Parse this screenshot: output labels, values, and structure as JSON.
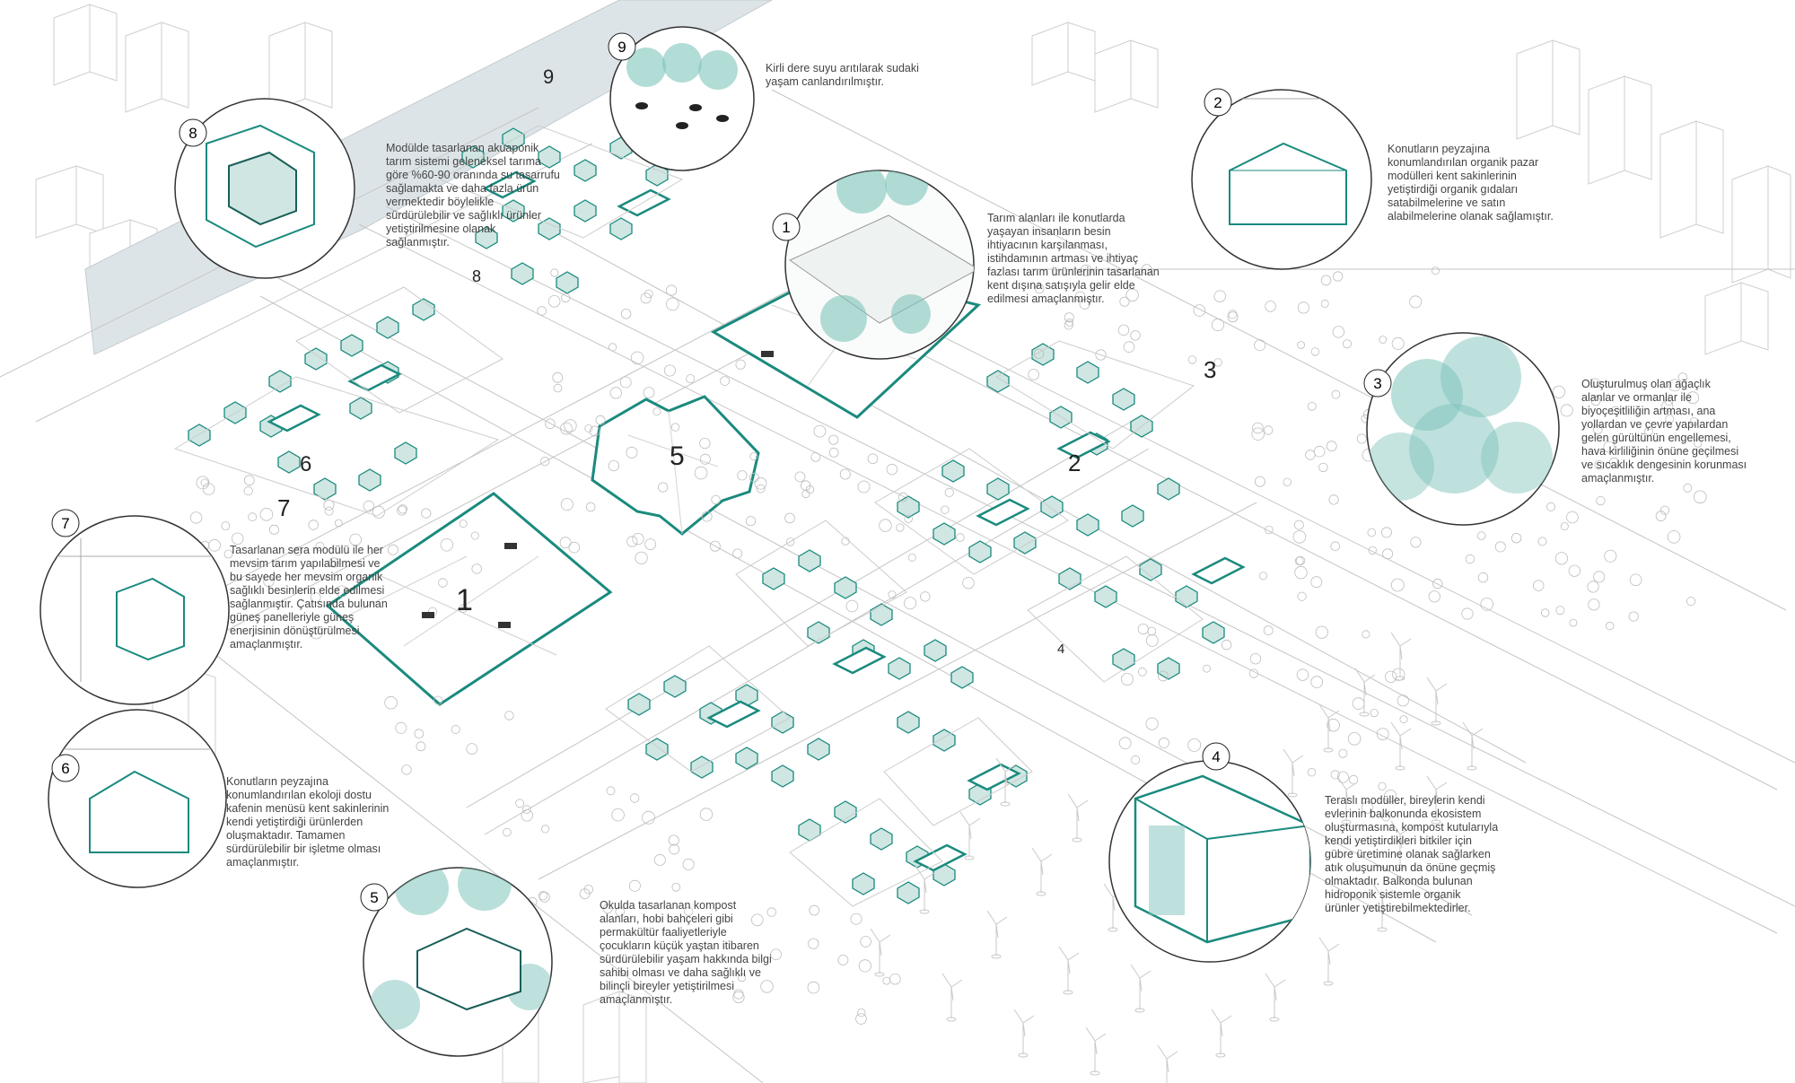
{
  "colors": {
    "accent": "#1a8a7e",
    "accent_light": "#7fc4bb",
    "roof_fill": "#cfe6e2",
    "line": "#bfbfbf",
    "text": "#444444",
    "canal": "#dde4e8"
  },
  "map_labels": {
    "canal_9": "9",
    "block_8": "8",
    "block_6": "6",
    "block_7": "7",
    "field_1": "1",
    "school_5": "5",
    "block_2": "2",
    "forest_3": "3",
    "block_4": "4"
  },
  "callouts": {
    "c1": {
      "number": "1",
      "text": "Tarım alanları ile konutlarda\nyaşayan insanların besin\nihtiyacının karşılanması,\nistihdamının artması ve ihtiyaç\nfazlası tarım ürünlerinin tasarlanan\nkent dışına satışıyla gelir elde\nedilmesi amaçlanmıştır."
    },
    "c2": {
      "number": "2",
      "text": "Konutların peyzajına\nkonumlandırılan organik pazar\nmodülleri kent sakinlerinin\nyetiştirdiği organik gıdaları\nsatabilmelerine ve satın\nalabilmelerine olanak sağlamıştır."
    },
    "c3": {
      "number": "3",
      "text": "Oluşturulmuş olan ağaçlık\nalanlar ve ormanlar ile\nbiyoçeşitliliğin artması, ana\nyollardan ve çevre yapılardan\ngelen gürültünün engellemesi,\nhava kirliliğinin önüne geçilmesi\nve sıcaklık dengesinin korunması\namaçlanmıştır."
    },
    "c4": {
      "number": "4",
      "text": "Teraslı modüller, bireylerin kendi\nevlerinin balkonunda ekosistem\noluşturmasına, kompost kutularıyla\nkendi yetiştirdikleri bitkiler için\ngübre üretimine olanak sağlarken\natık oluşumunun da önüne geçmiş\nolmaktadır. Balkonda bulunan\nhidroponik  sistemle organik\nürünler yetiştirebilmektedirler."
    },
    "c5": {
      "number": "5",
      "text": "Okulda tasarlanan kompost\nalanları, hobi bahçeleri gibi\npermakültür faaliyetleriyle\nçocukların küçük yaştan itibaren\nsürdürülebilir yaşam hakkında bilgi\nsahibi olması ve daha sağlıklı ve\nbilinçli bireyler yetiştirilmesi\namaçlanmıştır."
    },
    "c6": {
      "number": "6",
      "text": "Konutların peyzajına\nkonumlandırılan ekoloji dostu\nkafenin menüsü kent sakinlerinin\nkendi yetiştirdiği ürünlerden\noluşmaktadır. Tamamen\nsürdürülebilir bir işletme olması\namaçlanmıştır."
    },
    "c7": {
      "number": "7",
      "text": "Tasarlanan sera modülü ile her\nmevsim tarım yapılabilmesi ve\nbu sayede her mevsim organik\nsağlıklı besinlerin elde edilmesi\nsağlanmıştır. Çatısında bulunan\ngüneş panelleriyle güneş\nenerjisinin dönüştürülmesi\namaçlanmıştır."
    },
    "c8": {
      "number": "8",
      "text": "Modülde tasarlanan akuaponik\ntarım sistemi geleneksel tarıma\ngöre %60-90 oranında su tasarrufu\nsağlamakta ve daha fazla ürün\nvermektedir böylelikle\nsürdürülebilir ve sağlıklı ürünler\nyetiştirilmesine olanak\nsağlanmıştır."
    },
    "c9": {
      "number": "9",
      "text": "Kirli dere suyu arıtılarak sudaki\nyaşam canlandırılmıştır."
    }
  }
}
